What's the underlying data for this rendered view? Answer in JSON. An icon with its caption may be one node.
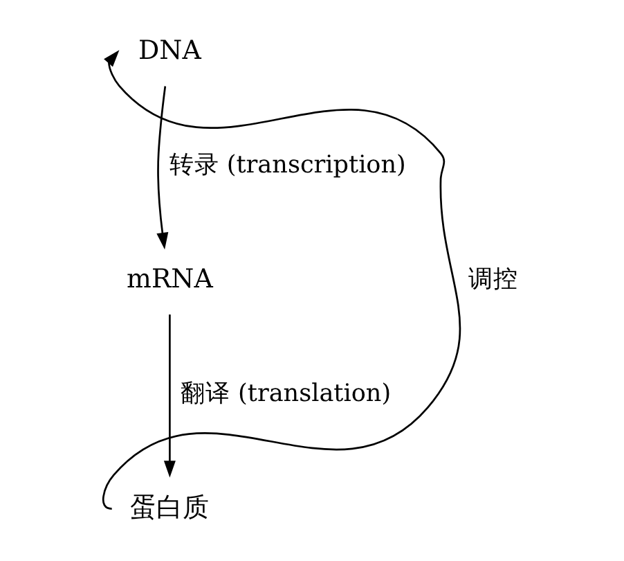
{
  "diagram": {
    "nodes": [
      {
        "text": [
          "DNA"
        ]
      },
      {
        "text": [
          "mRNA"
        ]
      },
      {
        "text": [
          "蛋白质"
        ]
      }
    ],
    "edges": [
      {
        "from": 0,
        "to": 1,
        "arrow": "to",
        "label": "转录 (transcription)"
      },
      {
        "from": 1,
        "to": 2,
        "arrow": "to",
        "label": "翻译 (translation)"
      },
      {
        "from": 2,
        "to": 0,
        "arrow": "to",
        "label": "调控"
      }
    ]
  }
}
